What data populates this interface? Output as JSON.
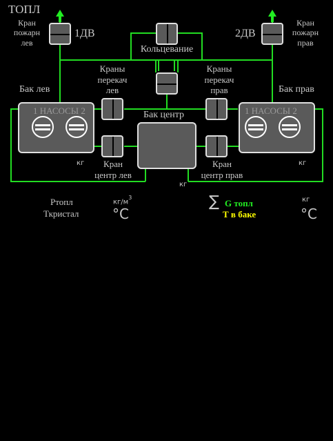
{
  "title": "ТОПЛ",
  "labels": {
    "fire_valve_left": [
      "Кран",
      "пожарн",
      "лев"
    ],
    "fire_valve_right": [
      "Кран",
      "пожарн",
      "прав"
    ],
    "engine1": "1ДВ",
    "engine2": "2ДВ",
    "ring": "Кольцевание",
    "transfer_left": [
      "Краны",
      "перекач",
      "лев"
    ],
    "transfer_right": [
      "Краны",
      "перекач",
      "прав"
    ],
    "tank_left": "Бак лев",
    "tank_right": "Бак прав",
    "tank_center": "Бак центр",
    "pumps_left": "1 НАСОСЫ 2",
    "pumps_right": "1 НАСОСЫ 2",
    "center_left": [
      "Кран",
      "центр лев"
    ],
    "center_right": [
      "Кран",
      "центр прав"
    ]
  },
  "units": {
    "kg_left": "кг",
    "kg_right": "кг",
    "kg_center": "кг",
    "density": "кг/м",
    "density_exp": "3",
    "deg_c": "°C",
    "kg_bottom": "кг",
    "deg_c_right": "°C"
  },
  "readouts": {
    "p_fuel": "Ртопл",
    "t_crystal": "Ткристал",
    "sigma": "∑",
    "g_fuel": "G топл",
    "t_tank": "Т в баке"
  },
  "colors": {
    "pipe": "#22dd22",
    "g_fuel": "#22ee22",
    "t_tank": "#ffff00",
    "text": "#c8c8c8"
  },
  "icons": {
    "arrow": "arrow-up-icon",
    "pump": "pump-icon",
    "valve": "valve-icon"
  }
}
